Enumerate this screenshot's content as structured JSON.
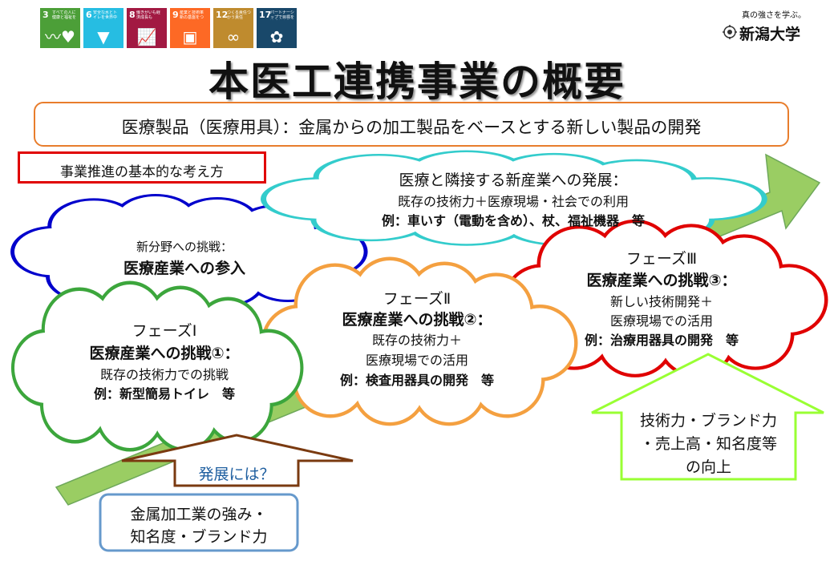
{
  "sdg_goals": [
    {
      "num": "3",
      "text": "すべての人に健康と福祉を",
      "color": "#4C9F38",
      "icon": "heartbeat-icon"
    },
    {
      "num": "6",
      "text": "安全な水とトイレを世界中に",
      "color": "#26BDE2",
      "icon": "water-drop-icon"
    },
    {
      "num": "8",
      "text": "働きがいも経済成長も",
      "color": "#A21942",
      "icon": "growth-chart-icon"
    },
    {
      "num": "9",
      "text": "産業と技術革新の基盤をつくろう",
      "color": "#FD6925",
      "icon": "cubes-icon"
    },
    {
      "num": "12",
      "text": "つくる責任つかう責任",
      "color": "#BF8B2E",
      "icon": "infinity-icon"
    },
    {
      "num": "17",
      "text": "パートナーシップで目標を達成しよう",
      "color": "#19486A",
      "icon": "rings-icon"
    }
  ],
  "university": {
    "slogan": "真の強さを学ぶ。",
    "name": "新潟大学"
  },
  "title": "本医工連携事業の概要",
  "banner": "医療製品（医療用具）：金属からの加工製品をベースとする新しい製品の開発",
  "basic_label": "事業推進の基本的な考え方",
  "cloud_top": {
    "l1": "医療と隣接する新産業への発展：",
    "l2": "既存の技術力＋医療現場・社会での利用",
    "l3": "例：車いす（電動を含め）、杖、福祉機器　等"
  },
  "cloud_new": {
    "l1": "新分野への挑戦：",
    "l2": "医療産業への参入"
  },
  "phase1": {
    "l1": "フェーズⅠ",
    "l2": "医療産業への挑戦①：",
    "l3": "既存の技術力での挑戦",
    "l4": "例：新型簡易トイレ　等"
  },
  "phase2": {
    "l1": "フェーズⅡ",
    "l2": "医療産業への挑戦②：",
    "l3": "既存の技術力＋",
    "l4": "医療現場での活用",
    "l5": "例：検査用器具の開発　等"
  },
  "phase3": {
    "l1": "フェーズⅢ",
    "l2": "医療産業への挑戦③：",
    "l3": "新しい技術開発＋",
    "l4": "医療現場での活用",
    "l5": "例：治療用器具の開発　等"
  },
  "development": "発展には？",
  "strength": {
    "l1": "金属加工業の強み・",
    "l2": "知名度・ブランド力"
  },
  "improvement": {
    "l1": "技術力・ブランド力",
    "l2": "・売上高・知名度等",
    "l3": "の向上"
  },
  "colors": {
    "arrow": "#9ACD63",
    "blue": "#0000CC",
    "green": "#3CA63C",
    "orange": "#F4A040",
    "red": "#E00000",
    "cyan": "#33CCCC",
    "brown": "#7A3A10",
    "lime": "#99FF33",
    "steel": "#6699CC",
    "banner": "#E87D2C",
    "label": "#E00000"
  }
}
